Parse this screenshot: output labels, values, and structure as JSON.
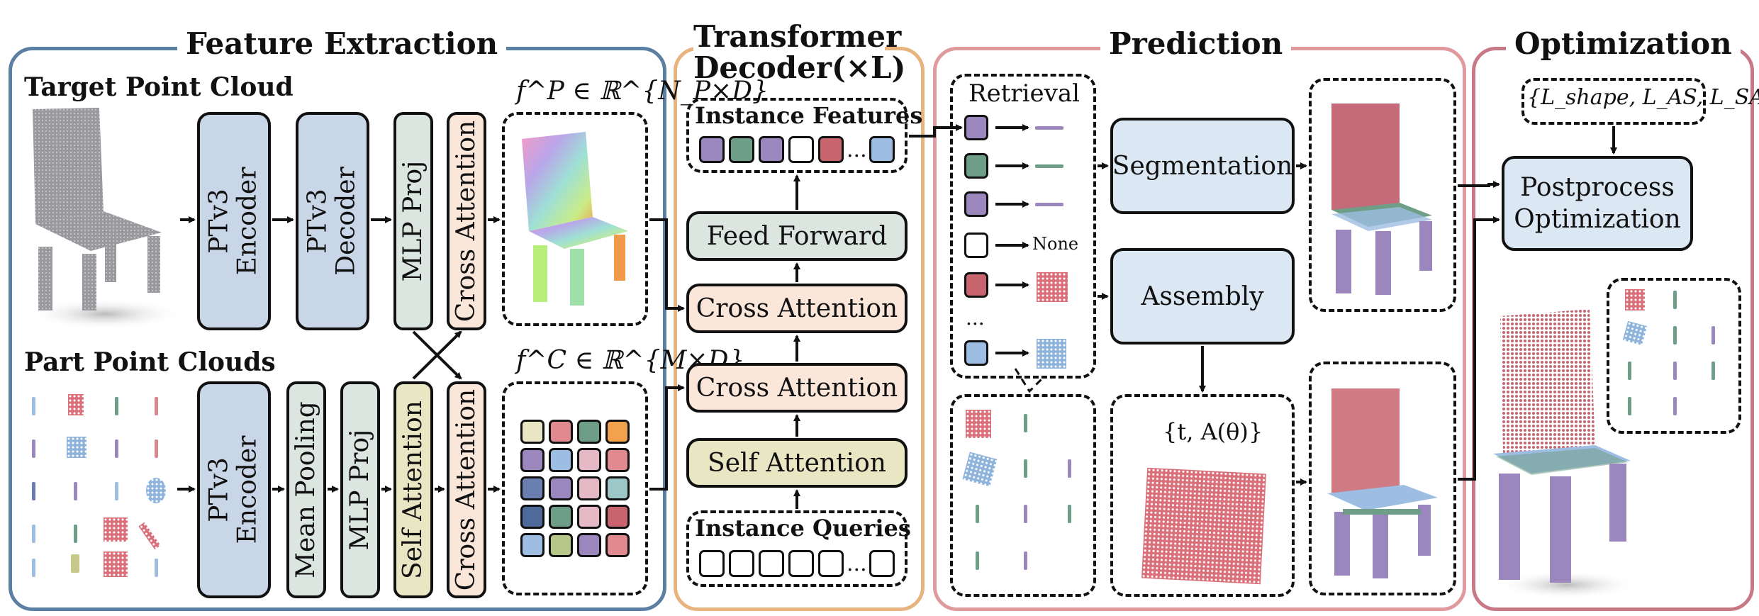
{
  "panels": {
    "feature_extraction": "Feature Extraction",
    "transformer_decoder_line1": "Transformer",
    "transformer_decoder_line2": "Decoder(×L)",
    "prediction": "Prediction",
    "optimization": "Optimization"
  },
  "feature_extraction": {
    "target_label": "Target Point Cloud",
    "part_label": "Part Point Clouds",
    "ptv3_encoder_top": "PTv3\nEncoder",
    "ptv3_decoder": "PTv3\nDecoder",
    "mlp_proj_top": "MLP Proj",
    "cross_attention_top": "Cross Attention",
    "ptv3_encoder_bottom": "PTv3\nEncoder",
    "mean_pooling": "Mean Pooling",
    "mlp_proj_bottom": "MLP Proj",
    "self_attention": "Self Attention",
    "cross_attention_bottom": "Cross Attention",
    "f_p_label": "f^P ∈ ℝ^{N_P×D}",
    "f_c_label": "f^C ∈ ℝ^{M×D}"
  },
  "decoder": {
    "instance_features": "Instance Features",
    "feed_forward": "Feed Forward",
    "cross_attention_1": "Cross Attention",
    "cross_attention_2": "Cross Attention",
    "self_attention": "Self Attention",
    "instance_queries": "Instance Queries",
    "ellipsis": "...",
    "feature_colors": [
      "#9b86bd",
      "#6f9e88",
      "#9b86bd",
      "#ffffff",
      "#c8646e",
      "#9dbde2"
    ]
  },
  "prediction": {
    "retrieval": "Retrieval",
    "none_label": "None",
    "ellipsis": "...",
    "segmentation": "Segmentation",
    "assembly": "Assembly",
    "transform_label": "{t, A(θ)}",
    "retrieval_colors": [
      "#9b86bd",
      "#6f9e88",
      "#9b86bd",
      "#ffffff",
      "#c8646e",
      "#9dbde2"
    ]
  },
  "optimization": {
    "losses": "{L_shape, L_AS, L_SA}",
    "postprocess": "Postprocess\nOptimization"
  },
  "colors": {
    "feature_panel_border": "#5b7fa3",
    "decoder_panel_border": "#e7b37e",
    "prediction_panel_border": "#e0999c",
    "optimization_panel_border": "#c77985",
    "blue_box": "#c9d6e8",
    "green_box": "#dce6e0",
    "peach_box": "#fbe6da",
    "khaki_box": "#e9e6c4",
    "light_blue_box": "#dbe7f3"
  }
}
